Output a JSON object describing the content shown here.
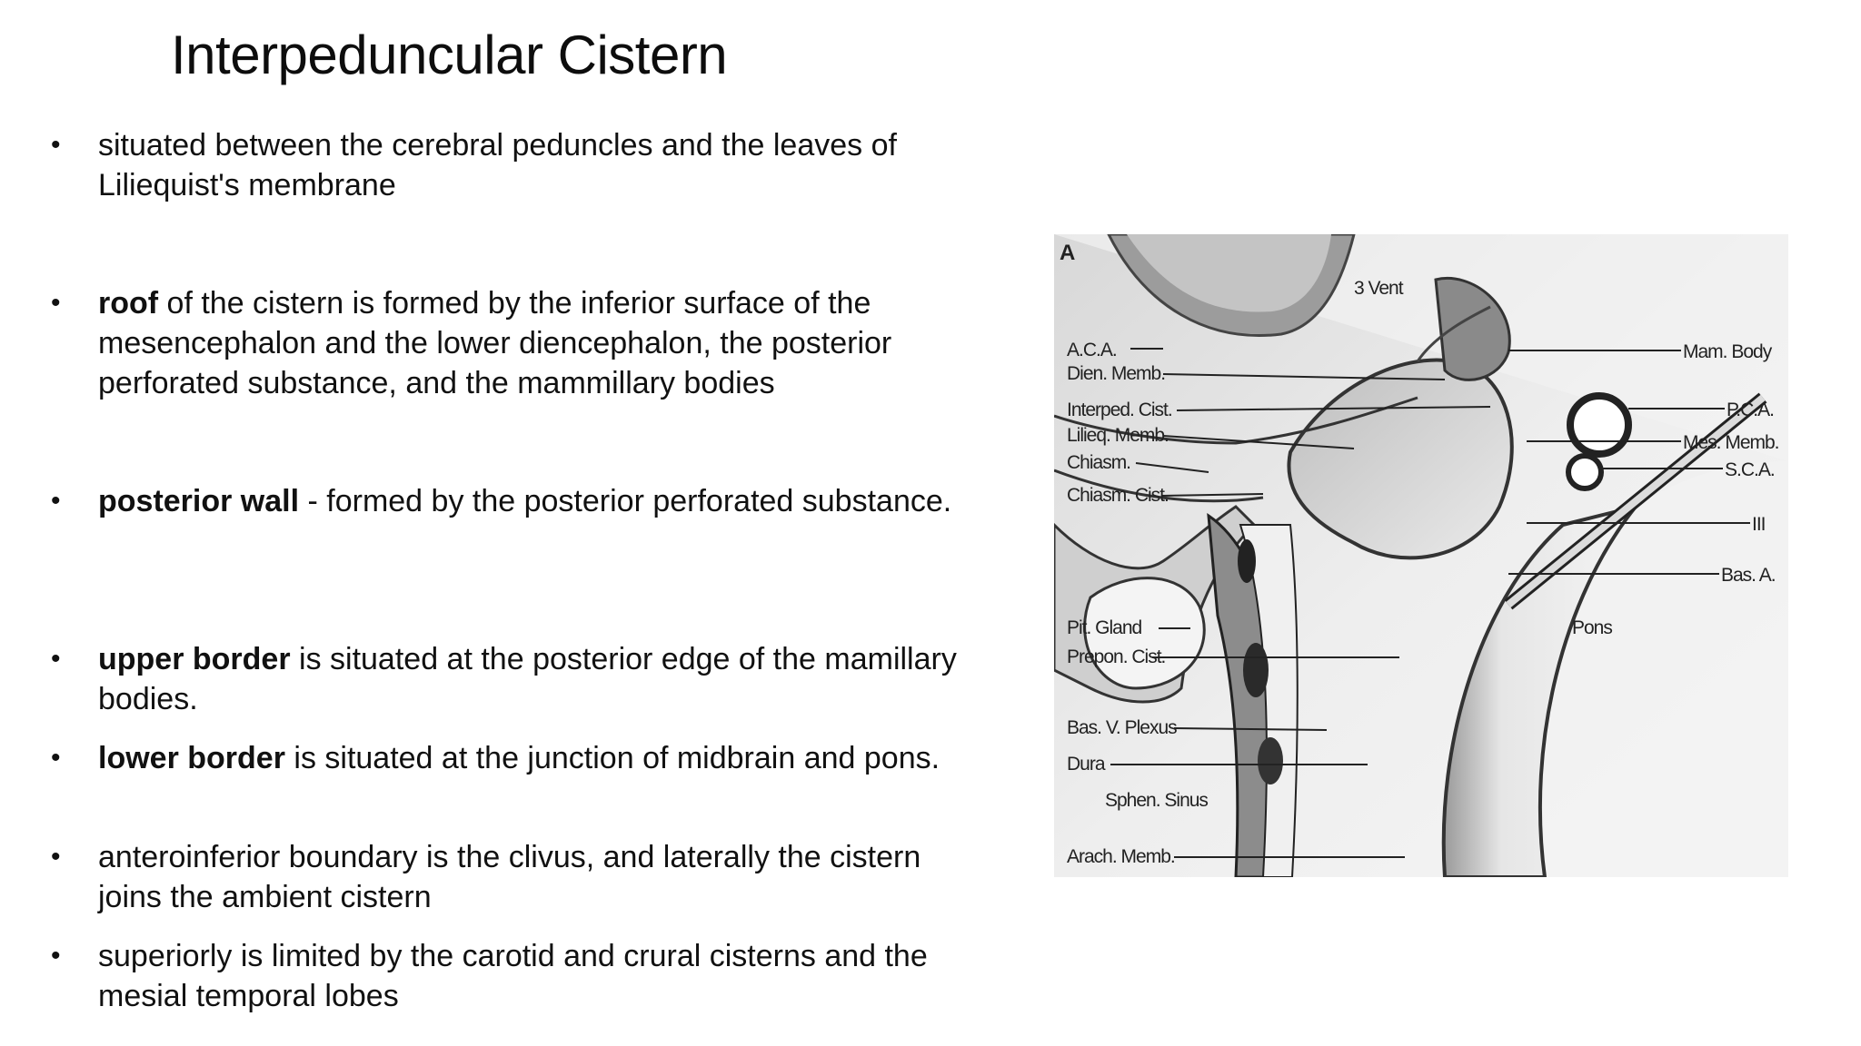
{
  "slide": {
    "title": "Interpeduncular Cistern",
    "bullets": [
      {
        "bold": "",
        "text": " situated  between  the  cerebral  peduncles  and  the leaves  of  Liliequist's  membrane"
      },
      {
        "bold": "roof",
        "text": " of the cistern is  formed by  the  inferior surface of the mesencephalon and the lower diencephalon, the posterior perforated  substance, and  the mammillary  bodies"
      },
      {
        "bold": "posterior  wall",
        "text": "  - formed  by  the  posterior perforated substance."
      },
      {
        "bold": " upper  border",
        "text": "  is  situated  at  the  posterior  edge  of  the mamillary bodies."
      },
      {
        "bold": " lower  border",
        "text": " is  situated  at  the  junction  of  midbrain and  pons."
      },
      {
        "bold": "",
        "text": "anteroinferior boundary  is the clivus, and laterally  the cistern joins  the ambient cistern"
      },
      {
        "bold": "",
        "text": "superiorly  is limited  by  the carotid and crural cisterns and  the mesial temporal lobes"
      }
    ],
    "bullet_symbol": "•"
  },
  "figure": {
    "panel_letter": "A",
    "labels_left": [
      "A.C.A.",
      "Dien. Memb.",
      "Interped. Cist.",
      "Lilieq. Memb.",
      "Chiasm.",
      "Chiasm. Cist.",
      "Pit. Gland",
      "Prepon. Cist.",
      "Bas. V. Plexus",
      "Dura",
      "Sphen. Sinus",
      "Arach. Memb."
    ],
    "labels_right": [
      "Mam. Body",
      "P.C.A.",
      "Mes. Memb.",
      "S.C.A.",
      "III",
      "Bas. A."
    ],
    "labels_inner": [
      "3 Vent",
      "Pons"
    ]
  }
}
